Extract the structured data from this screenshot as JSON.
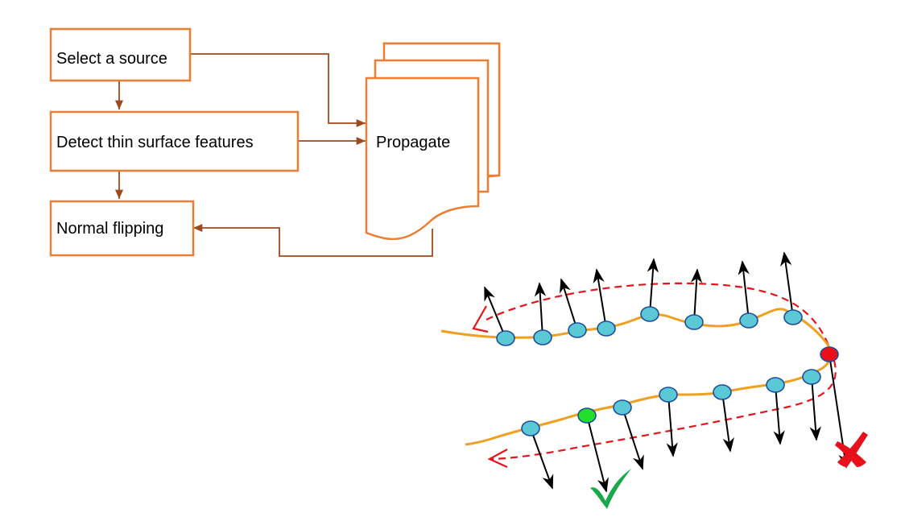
{
  "flowchart": {
    "select_source": "Select a source",
    "detect_thin": "Detect thin surface features",
    "normal_flipping": "Normal flipping",
    "propagate": "Propagate"
  },
  "colors": {
    "box_border": "#ED7D31",
    "flow_arrow": "#9C4A1E",
    "surface_curve": "#F0A020",
    "propagation_path": "#E8141C",
    "point_normal": "#5BC8D6",
    "point_source": "#22E02A",
    "point_flipped": "#E8101A",
    "check_mark": "#1AA84A",
    "cross_mark": "#E8101A"
  },
  "icons": {
    "accept": "check-icon",
    "reject": "cross-icon",
    "document_stack": "document-stack-icon"
  }
}
